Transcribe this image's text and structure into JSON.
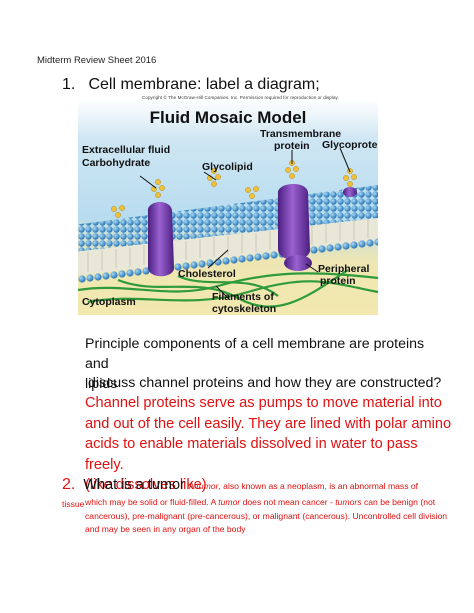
{
  "header": {
    "title": "Midterm Review Sheet 2016"
  },
  "question1": {
    "number": "1.",
    "text": "Cell membrane: label a diagram;"
  },
  "diagram": {
    "copyright": "Copyright © The McGraw-Hill Companies, Inc. Permission required for reproduction or display.",
    "title": "Fluid Mosaic Model",
    "labels": {
      "extracellular_fluid": "Extracellular fluid",
      "carbohydrate": "Carbohydrate",
      "transmembrane_1": "Transmembrane",
      "transmembrane_2": "protein",
      "glycoprotein": "Glycoprotein",
      "glycolipid": "Glycolipid",
      "cholesterol": "Cholesterol",
      "peripheral_1": "Peripheral",
      "peripheral_2": "protein",
      "cytoplasm": "Cytoplasm",
      "filaments_1": "Filaments of",
      "filaments_2": "cytoskeleton"
    },
    "colors": {
      "background_top": "#b7dcef",
      "background_bottom": "#f2e8b0",
      "heads": "#3b9ad6",
      "protein": "#7a3fb0",
      "filament": "#2e9a3a",
      "carbohydrate": "#f0c23a"
    }
  },
  "principle": {
    "line1": "Principle components of a cell membrane are proteins and",
    "line2": "lipids",
    "discuss": "discuss channel proteins and how they are constructed?"
  },
  "answer": {
    "line1": "Channel proteins serve as pumps to move material into",
    "line2": "and out of the cell easily.  They are lined with polar amino",
    "line3": "acids to enable materials dissolved in water to pass freely.",
    "line4": "(like dissolves like)"
  },
  "question2": {
    "number": "2.",
    "text": "What is a tumor",
    "def_a": "A ",
    "def_b": "tumor",
    "def_c": ", also known as a neoplasm, is an abnormal mass of tissue",
    "line2_a": "which may be solid or fluid-filled. A ",
    "line2_b": "tumor",
    "line2_c": " does not mean cancer - ",
    "line2_d": "tumors",
    "line2_e": " can be benign (not",
    "line3": "cancerous), pre-malignant (pre-cancerous), or malignant (cancerous).  Uncontrolled cell division",
    "line4": "and may be seen in any organ of the body"
  }
}
